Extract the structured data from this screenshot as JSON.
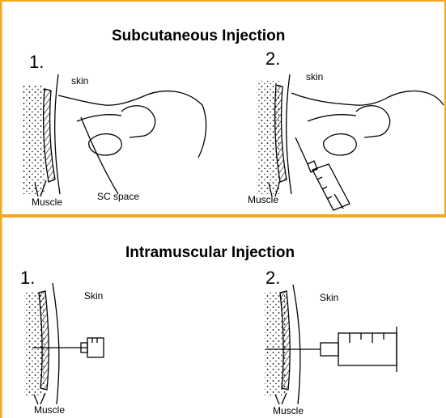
{
  "colors": {
    "frame": "#f4a81c",
    "ink": "#000000",
    "background": "#ffffff"
  },
  "subcutaneous": {
    "title": "Subcutaneous Injection",
    "step1": "1.",
    "step2": "2.",
    "skin1": "skin",
    "skin2": "skin",
    "muscle1": "Muscle",
    "muscle2": "Muscle",
    "sc_space": "SC space"
  },
  "intramuscular": {
    "title": "Intramuscular Injection",
    "step1": "1.",
    "step2": "2.",
    "skin1": "Skin",
    "skin2": "Skin",
    "muscle1": "Muscle",
    "muscle2": "Muscle"
  }
}
